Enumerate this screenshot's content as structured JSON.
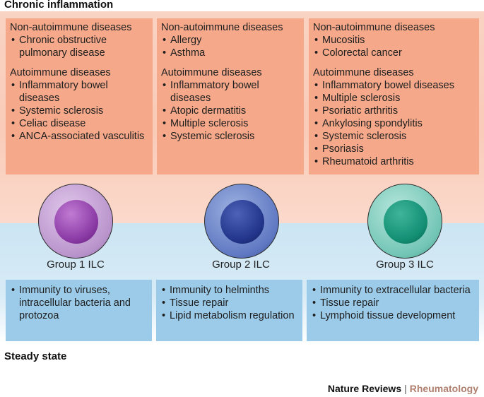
{
  "titles": {
    "top": "Chronic inflammation",
    "bottom": "Steady state"
  },
  "disease_columns": [
    {
      "non_auto_header": "Non-autoimmune diseases",
      "non_auto": [
        "Chronic obstructive pulmonary disease"
      ],
      "auto_header": "Autoimmune diseases",
      "auto": [
        "Inflammatory bowel diseases",
        "Systemic sclerosis",
        "Celiac disease",
        "ANCA-associated vasculitis"
      ]
    },
    {
      "non_auto_header": "Non-autoimmune diseases",
      "non_auto": [
        "Allergy",
        "Asthma"
      ],
      "auto_header": "Autoimmune diseases",
      "auto": [
        "Inflammatory bowel diseases",
        "Atopic dermatitis",
        "Multiple sclerosis",
        "Systemic sclerosis"
      ]
    },
    {
      "non_auto_header": "Non-autoimmune diseases",
      "non_auto": [
        "Mucositis",
        "Colorectal cancer"
      ],
      "auto_header": "Autoimmune diseases",
      "auto": [
        "Inflammatory bowel diseases",
        "Multiple sclerosis",
        "Psoriatic arthritis",
        "Ankylosing spondylitis",
        "Systemic sclerosis",
        "Psoriasis",
        "Rheumatoid arthritis"
      ]
    }
  ],
  "groups": [
    {
      "label": "Group 1 ILC",
      "functions": [
        "Immunity to viruses, intracellular bacteria and protozoa"
      ]
    },
    {
      "label": "Group 2 ILC",
      "functions": [
        "Immunity to helminths",
        "Tissue repair",
        "Lipid metabolism regulation"
      ]
    },
    {
      "label": "Group 3 ILC",
      "functions": [
        "Immunity to extracellular bacteria",
        "Tissue repair",
        "Lymphoid tissue development"
      ]
    }
  ],
  "footer": {
    "journal": "Nature Reviews",
    "separator": "|",
    "subjournal": "Rheumatology"
  },
  "colors": {
    "disease_box": "#f5a98a",
    "function_box": "#9ccbe9",
    "group1": "#8b3aa5",
    "group2": "#22358b",
    "group3": "#138f74"
  }
}
